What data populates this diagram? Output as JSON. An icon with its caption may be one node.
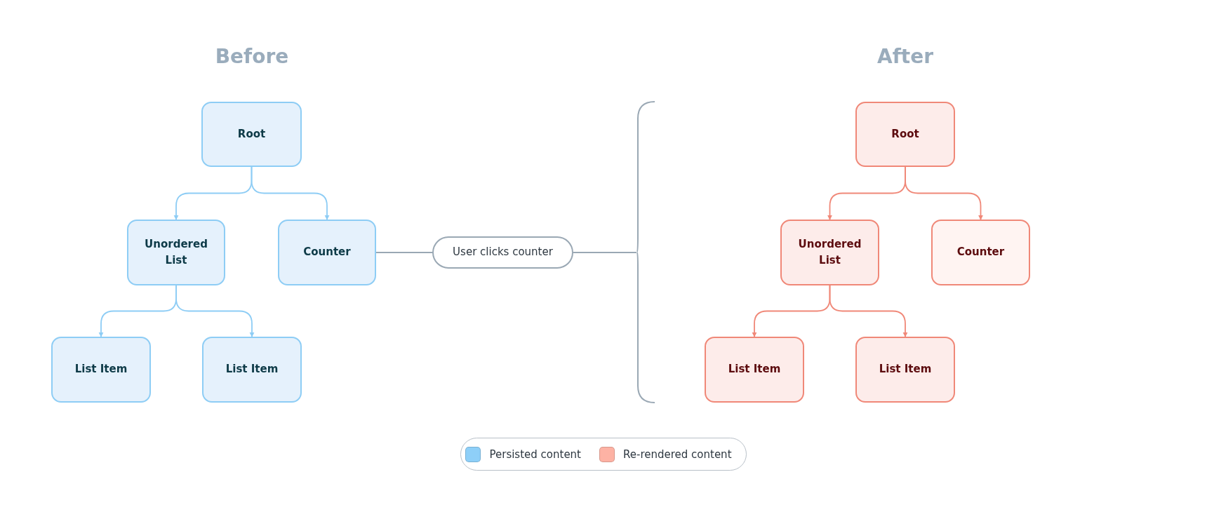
{
  "diagram": {
    "nodes": [
      {
        "text": [
          "Root"
        ]
      },
      {
        "text": [
          "Unordered List"
        ]
      },
      {
        "text": [
          "Counter"
        ]
      },
      {
        "text": [
          "List Item"
        ]
      },
      {
        "text": [
          "List Item"
        ]
      },
      {
        "text": [
          "User clicks counter"
        ]
      },
      {
        "text": [],
        "shape": "brace"
      },
      {
        "text": [
          "Root"
        ]
      },
      {
        "text": [
          "Unordered List"
        ]
      },
      {
        "text": [
          "Counter"
        ]
      },
      {
        "text": [
          "List Item"
        ]
      },
      {
        "text": [
          "List Item"
        ]
      }
    ],
    "edges": [
      {
        "from": 0,
        "to": 1,
        "arrow": "to",
        "color": "#8ecdf5"
      },
      {
        "from": 0,
        "to": 2,
        "arrow": "to",
        "color": "#8ecdf5"
      },
      {
        "from": 1,
        "to": 3,
        "arrow": "to",
        "color": "#8ecdf5"
      },
      {
        "from": 1,
        "to": 4,
        "arrow": "to",
        "color": "#8ecdf5"
      },
      {
        "from": 2,
        "to": 5,
        "arrow": "none",
        "color": "#9aa8b4"
      },
      {
        "from": 5,
        "to": 6,
        "arrow": "none",
        "color": "#9aa8b4"
      },
      {
        "from": 7,
        "to": 8,
        "arrow": "to",
        "color": "#f08878"
      },
      {
        "from": 7,
        "to": 9,
        "arrow": "to",
        "color": "#f08878"
      },
      {
        "from": 8,
        "to": 10,
        "arrow": "to",
        "color": "#f08878"
      },
      {
        "from": 8,
        "to": 11,
        "arrow": "to",
        "color": "#f08878"
      }
    ],
    "labels": [
      "Before",
      "After"
    ],
    "legend": [
      {
        "text": "Persisted content",
        "color": "#8ecff8"
      },
      {
        "text": "Re-rendered content",
        "color": "#fdb2a4"
      }
    ]
  }
}
